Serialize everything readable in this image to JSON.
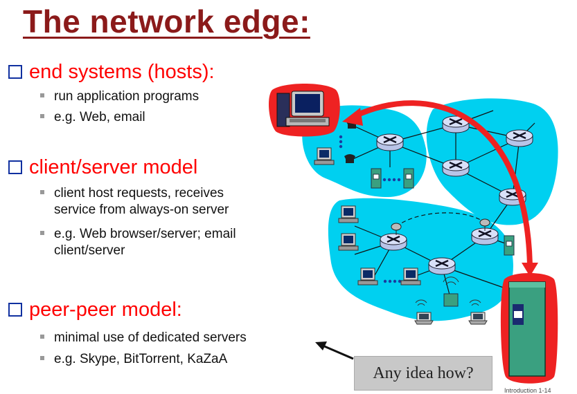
{
  "title": "The network edge:",
  "sections": [
    {
      "heading": "end systems (hosts):",
      "bullets": [
        "run application programs",
        "e.g. Web, email"
      ]
    },
    {
      "heading": "client/server model",
      "bullets": [
        [
          "client host requests, receives",
          "service from always-on server"
        ],
        [
          "e.g. Web browser/server; email",
          "client/server"
        ]
      ]
    },
    {
      "heading": "peer-peer model:",
      "bullets": [
        "minimal use of dedicated servers",
        "e.g. Skype,  BitTorrent, KaZaA"
      ]
    }
  ],
  "callout": "Any idea how?",
  "footnote": "Introduction 1-14",
  "colors": {
    "title": "#8b1a1a",
    "heading": "#ff0000",
    "network": "#00d0f0",
    "highlight": "#ee2222"
  }
}
